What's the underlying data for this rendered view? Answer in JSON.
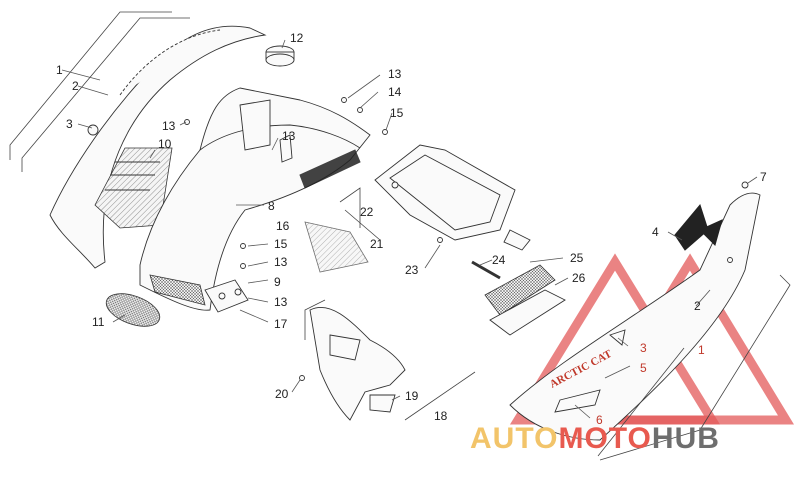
{
  "diagram": {
    "callouts": [
      {
        "id": "c1a",
        "label": "1"
      },
      {
        "id": "c2a",
        "label": "2"
      },
      {
        "id": "c3a",
        "label": "3"
      },
      {
        "id": "c13a",
        "label": "13"
      },
      {
        "id": "c10",
        "label": "10"
      },
      {
        "id": "c12",
        "label": "12"
      },
      {
        "id": "c13b",
        "label": "13"
      },
      {
        "id": "c14",
        "label": "14"
      },
      {
        "id": "c15a",
        "label": "15"
      },
      {
        "id": "c13c",
        "label": "13"
      },
      {
        "id": "c8",
        "label": "8"
      },
      {
        "id": "c22",
        "label": "22"
      },
      {
        "id": "c16",
        "label": "16"
      },
      {
        "id": "c21",
        "label": "21"
      },
      {
        "id": "c15b",
        "label": "15"
      },
      {
        "id": "c13d",
        "label": "13"
      },
      {
        "id": "c9",
        "label": "9"
      },
      {
        "id": "c13e",
        "label": "13"
      },
      {
        "id": "c11",
        "label": "11"
      },
      {
        "id": "c17",
        "label": "17"
      },
      {
        "id": "c23",
        "label": "23"
      },
      {
        "id": "c24",
        "label": "24"
      },
      {
        "id": "c25",
        "label": "25"
      },
      {
        "id": "c26",
        "label": "26"
      },
      {
        "id": "c7",
        "label": "7"
      },
      {
        "id": "c4",
        "label": "4"
      },
      {
        "id": "c2b",
        "label": "2"
      },
      {
        "id": "c1b",
        "label": "1"
      },
      {
        "id": "c3b",
        "label": "3"
      },
      {
        "id": "c5",
        "label": "5"
      },
      {
        "id": "c6",
        "label": "6"
      },
      {
        "id": "c20",
        "label": "20"
      },
      {
        "id": "c19",
        "label": "19"
      },
      {
        "id": "c18",
        "label": "18"
      }
    ],
    "decal_text": "ARCTIC CAT"
  },
  "watermark": {
    "part1": "AUTO",
    "part2": "MOTO",
    "part3": "HUB",
    "color1": "#f2c46a",
    "color2": "#e85a4f",
    "color3": "#6e6e6e",
    "triangle_color": "#e35a5a"
  }
}
